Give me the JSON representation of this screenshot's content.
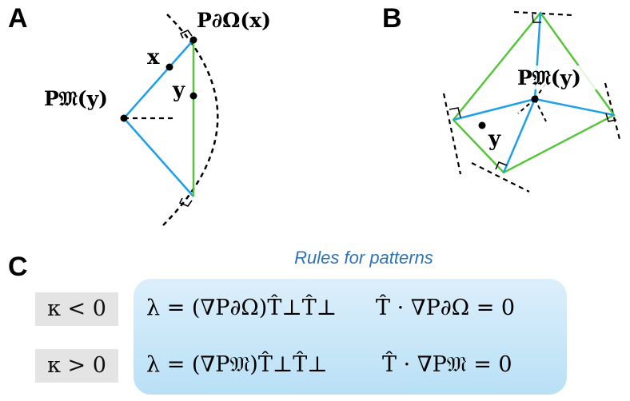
{
  "panels": {
    "a": {
      "letter": "A",
      "label_x": "x",
      "label_y": "y",
      "label_p_boundary": "P∂Ω(x)",
      "label_p_medial": "P𝔐(y)"
    },
    "b": {
      "letter": "B",
      "label_p_medial": "P𝔐(y)",
      "label_y": "y"
    },
    "c": {
      "letter": "C"
    }
  },
  "rules": {
    "title": "Rules for patterns",
    "rows": [
      {
        "condition": "κ < 0",
        "lambda_formula": "λ = (∇P∂Ω)T̂⊥T̂⊥",
        "tangent_formula": "T̂ · ∇P∂Ω = 0"
      },
      {
        "condition": "κ > 0",
        "lambda_formula": "λ = (∇P𝔐)T̂⊥T̂⊥",
        "tangent_formula": "T̂ · ∇P𝔐 = 0"
      }
    ]
  },
  "colors": {
    "blue": "#1ea0e8",
    "green": "#56c53a",
    "title_blue": "#2f73b5",
    "box_light": "#dceffb",
    "box_dark": "#b9e0f6",
    "kappa_bg": "#e4e4e4"
  }
}
